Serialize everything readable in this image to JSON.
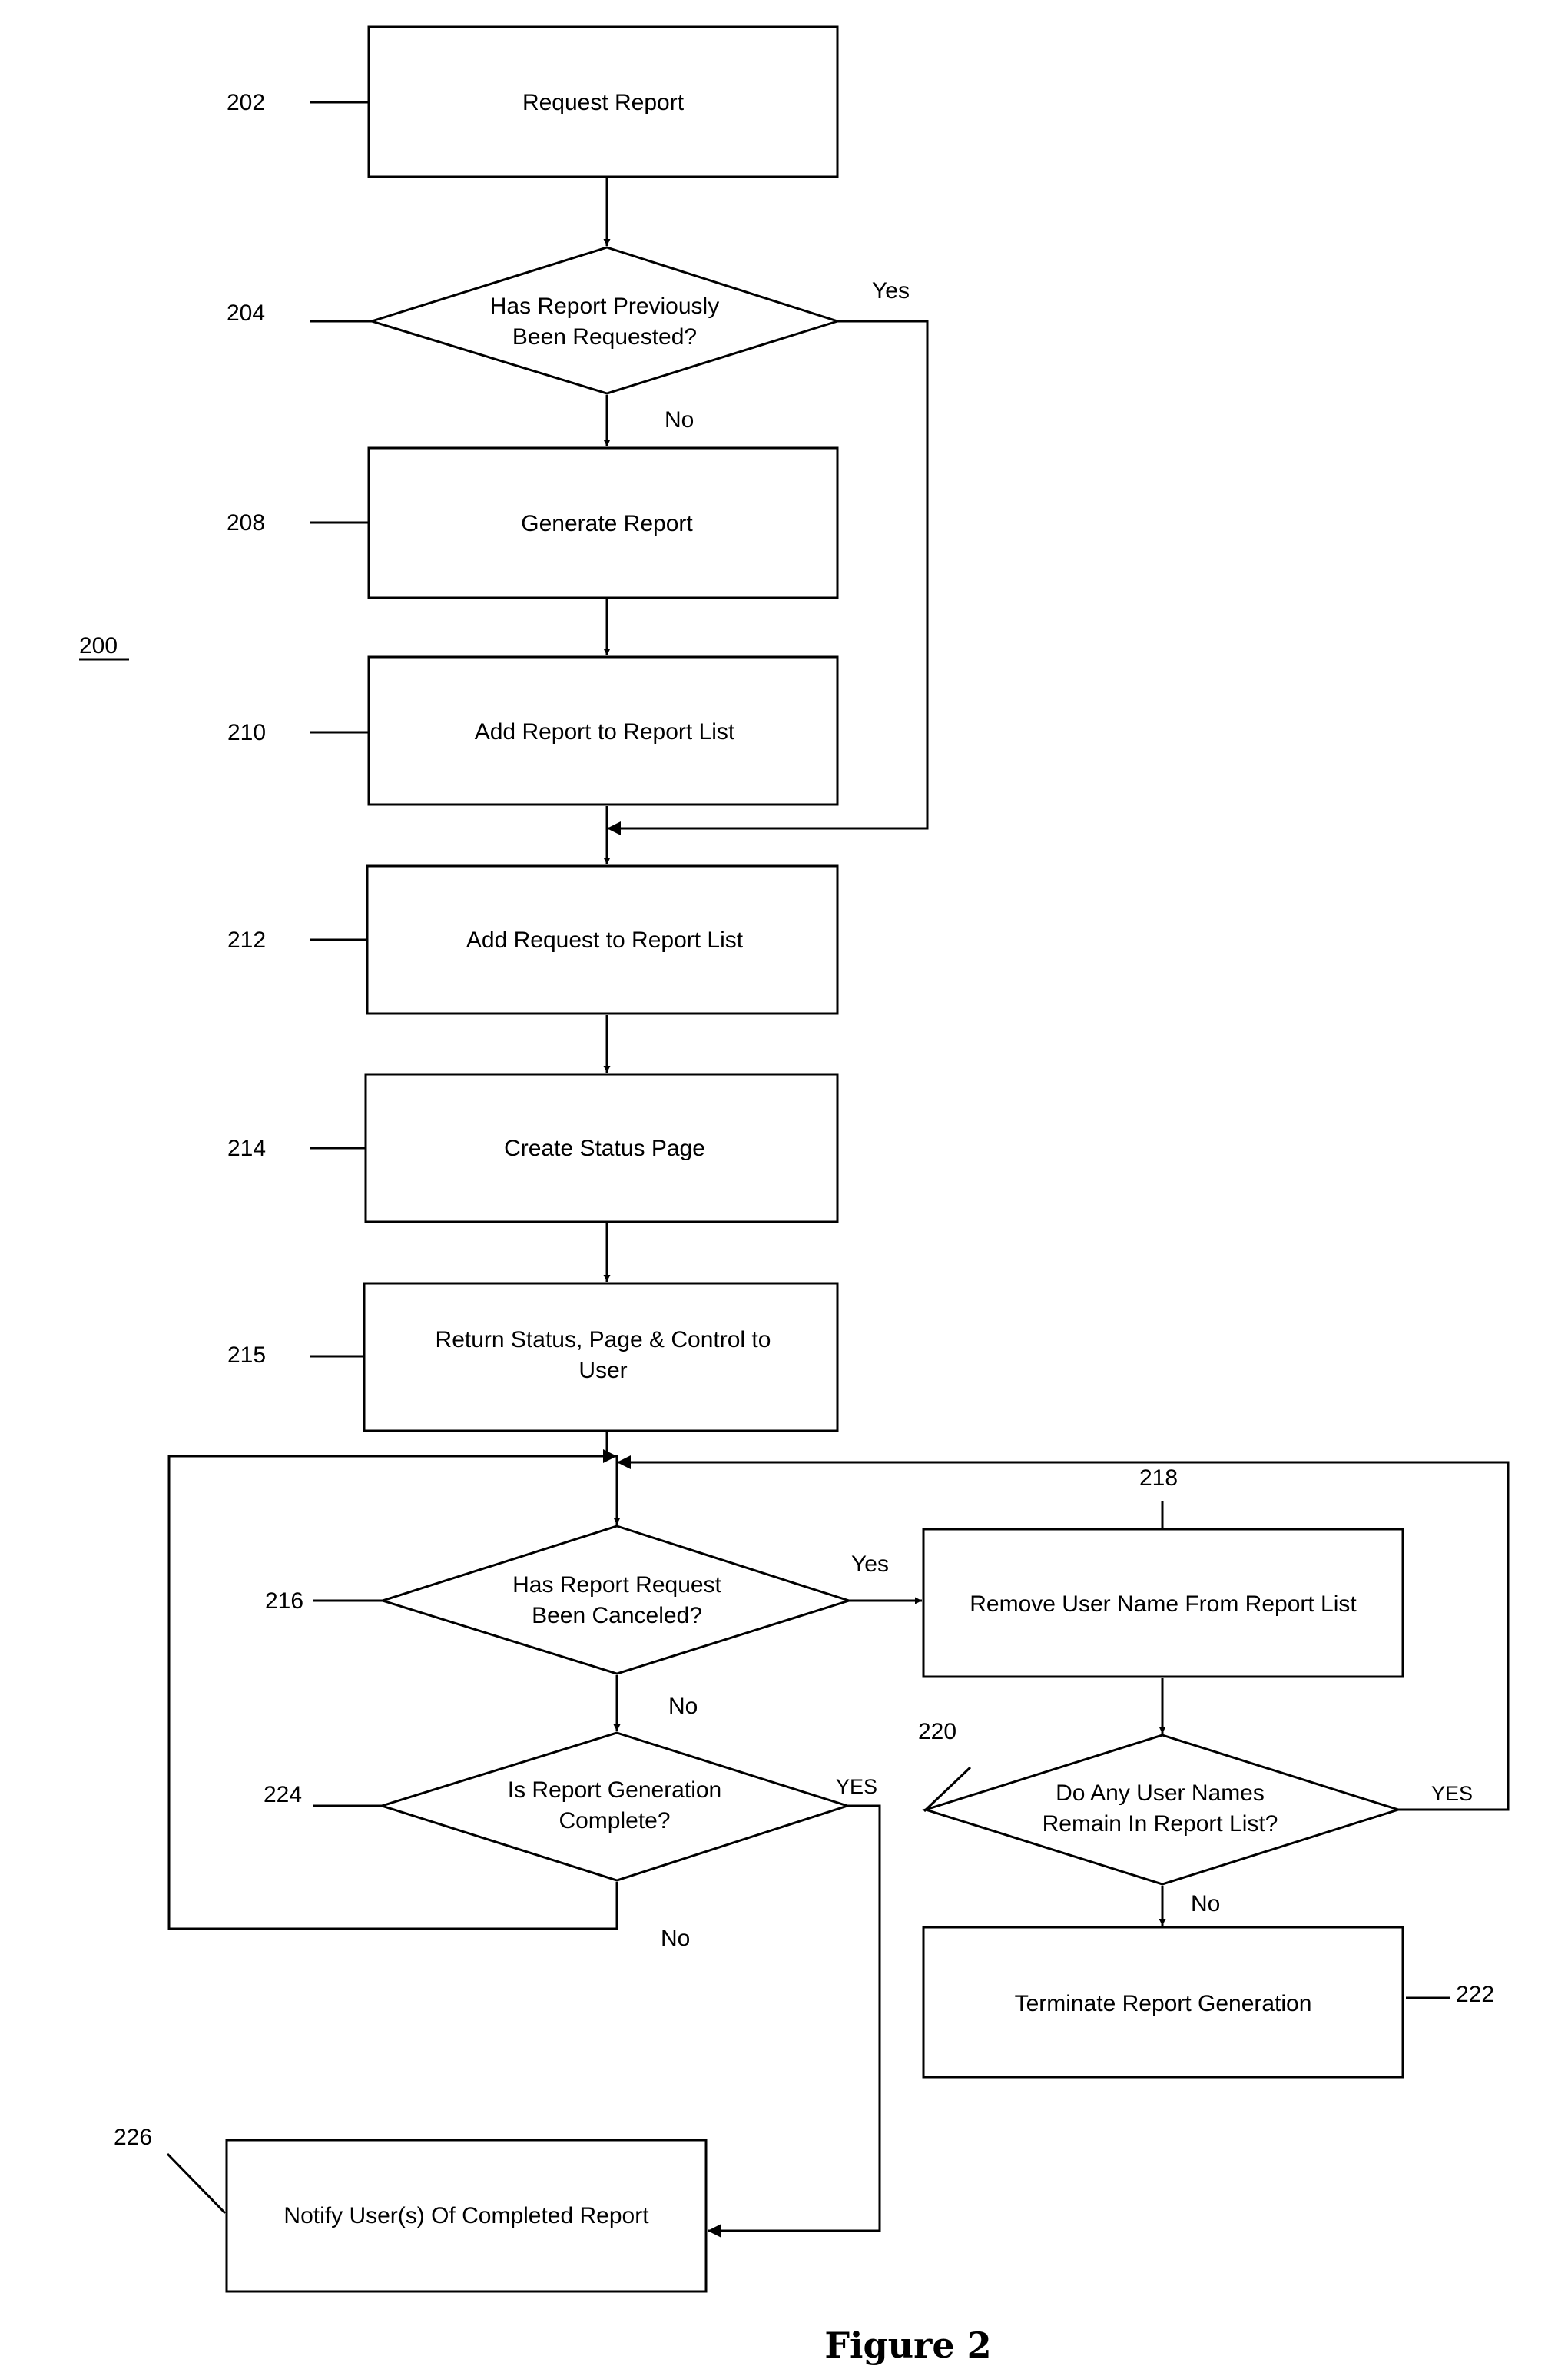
{
  "diagram_ref": "200",
  "figure_caption": "Figure 2",
  "nodes": {
    "n202": {
      "ref": "202",
      "text": "Request Report"
    },
    "n204": {
      "ref": "204",
      "line1": "Has Report Previously",
      "line2": "Been Requested?"
    },
    "n208": {
      "ref": "208",
      "text": "Generate Report"
    },
    "n210": {
      "ref": "210",
      "text": "Add Report to Report List"
    },
    "n212": {
      "ref": "212",
      "text": "Add Request to Report List"
    },
    "n214": {
      "ref": "214",
      "text": "Create Status Page"
    },
    "n215": {
      "ref": "215",
      "line1": "Return Status, Page & Control to",
      "line2": "User"
    },
    "n216": {
      "ref": "216",
      "line1": "Has Report Request",
      "line2": "Been Canceled?"
    },
    "n218": {
      "ref": "218",
      "text": "Remove User Name From Report List"
    },
    "n220": {
      "ref": "220",
      "line1": "Do Any User Names",
      "line2": "Remain In Report List?"
    },
    "n222": {
      "ref": "222",
      "text": "Terminate Report Generation"
    },
    "n224": {
      "ref": "224",
      "line1": "Is Report Generation",
      "line2": "Complete?"
    },
    "n226": {
      "ref": "226",
      "text": "Notify User(s) Of Completed Report"
    }
  },
  "edge_labels": {
    "e204_yes": "Yes",
    "e204_no": "No",
    "e216_yes": "Yes",
    "e216_no": "No",
    "e224_yes": "YES",
    "e224_no": "No",
    "e220_yes": "YES",
    "e220_no": "No"
  }
}
